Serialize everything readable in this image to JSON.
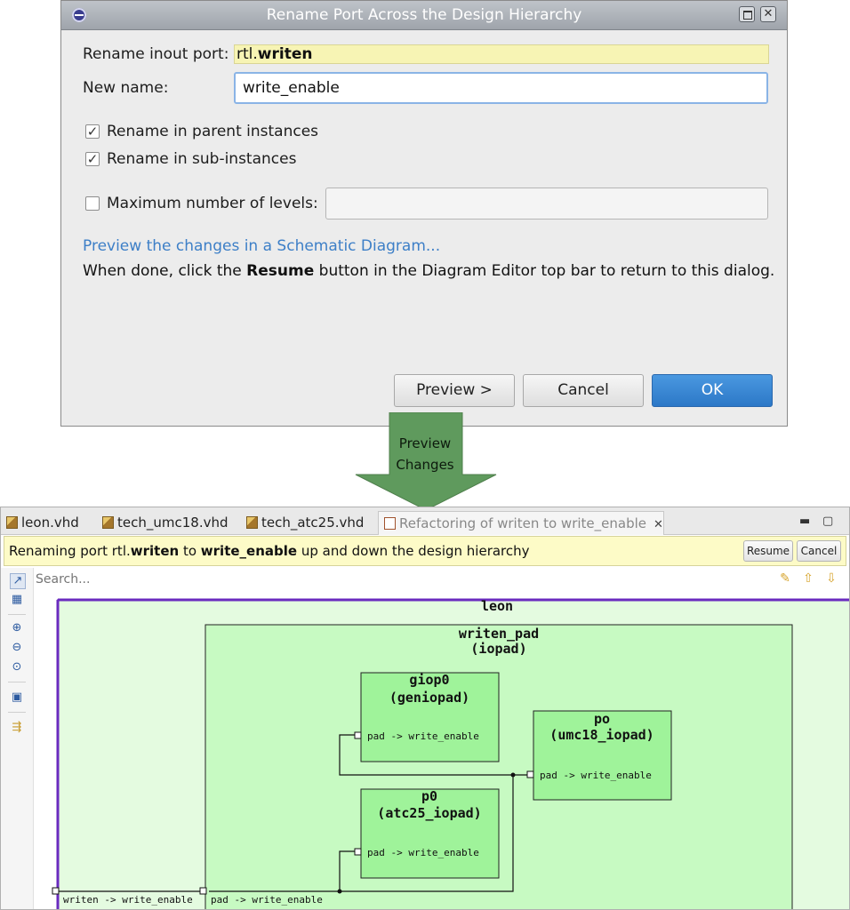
{
  "dialog": {
    "title": "Rename Port Across the Design Hierarchy",
    "rename_port_label": "Rename inout port:",
    "port_prefix": "rtl.",
    "port_name": "writen",
    "new_name_label": "New name:",
    "new_name_value": "write_enable",
    "chk_parent": {
      "label": "Rename in parent instances",
      "checked": true
    },
    "chk_sub": {
      "label": "Rename in sub-instances",
      "checked": true
    },
    "chk_levels": {
      "label": "Maximum number of levels:",
      "checked": false
    },
    "levels_value": "",
    "preview_link": "Preview the changes in a Schematic Diagram...",
    "info_pre": "When done, click the",
    "info_bold": "Resume",
    "info_post": "button in the Diagram Editor top bar to return to this dialog.",
    "buttons": {
      "preview": "Preview >",
      "cancel": "Cancel",
      "ok": "OK"
    }
  },
  "arrow": {
    "line1": "Preview",
    "line2": "Changes",
    "color": "#5f9a5d"
  },
  "editor": {
    "tabs": [
      {
        "label": "leon.vhd",
        "active": false
      },
      {
        "label": "tech_umc18.vhd",
        "active": false
      },
      {
        "label": "tech_atc25.vhd",
        "active": false
      },
      {
        "label": "Refactoring of writen to write_enable",
        "active": true
      }
    ],
    "banner": {
      "t1": "Renaming port rtl.",
      "t2": "writen",
      "t3": " to ",
      "t4": "write_enable",
      "t5": " up and down the design hierarchy"
    },
    "resume_label": "Resume",
    "cancel_label": "Cancel",
    "search_placeholder": "Search...",
    "toolbar_icons": [
      "new-diagram-icon",
      "layout-icon",
      "zoom-in-icon",
      "zoom-out-icon",
      "zoom-fit-icon",
      "save-icon",
      "export-icon"
    ],
    "right_icons": [
      "clear-icon",
      "arrow-up-icon",
      "arrow-down-icon"
    ]
  },
  "schematic": {
    "top": "leon",
    "pad_block": {
      "name": "writen_pad",
      "type": "(iopad)"
    },
    "giop0": {
      "name": "giop0",
      "type": "(geniopad)",
      "port": "pad -> write_enable"
    },
    "po": {
      "name": "po",
      "type": "(umc18_iopad)",
      "port": "pad -> write_enable"
    },
    "p0": {
      "name": "p0",
      "type": "(atc25_iopad)",
      "port": "pad -> write_enable"
    },
    "top_port": "writen -> write_enable",
    "pad_port": "pad -> write_enable",
    "colors": {
      "outer": "#e4fbe0",
      "mid": "#c7fac2",
      "inner": "#9ff39a",
      "border_top": "#6a2bbf"
    }
  }
}
